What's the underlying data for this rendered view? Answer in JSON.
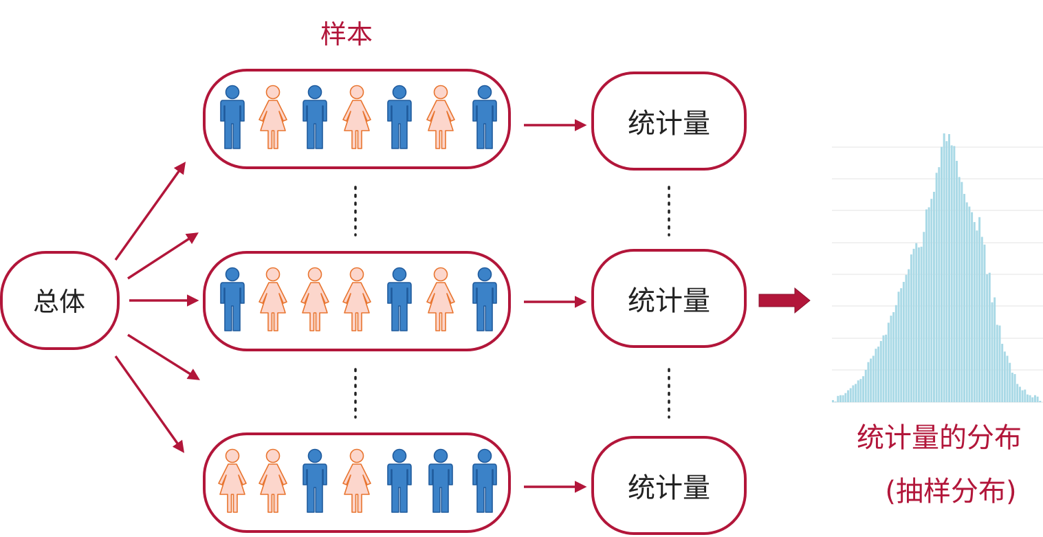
{
  "population_label": "总体",
  "sample_label": "样本",
  "statistic_label": "统计量",
  "distribution_label": "统计量的分布",
  "sampling_distribution_label": "(抽样分布)",
  "colors": {
    "accent": "#b2163a",
    "male": "#3b82c8",
    "male_stroke": "#1f5a9c",
    "female_fill": "#fcd6cc",
    "female_stroke": "#e8742e",
    "histogram": "#a9d9e6",
    "gridline": "#e3e3e3"
  },
  "samples": [
    [
      "male",
      "female",
      "male",
      "female",
      "male",
      "female",
      "male"
    ],
    [
      "male",
      "female",
      "female",
      "female",
      "male",
      "female",
      "male"
    ],
    [
      "female",
      "female",
      "male",
      "female",
      "male",
      "male",
      "male"
    ]
  ],
  "chart_data": {
    "type": "bar",
    "title": "",
    "xlabel": "",
    "ylabel": "",
    "grid": true,
    "values": [
      3,
      1,
      9,
      10,
      10,
      13,
      17,
      20,
      24,
      26,
      31,
      33,
      37,
      46,
      57,
      62,
      66,
      76,
      79,
      87,
      95,
      96,
      113,
      123,
      128,
      138,
      157,
      162,
      171,
      181,
      189,
      210,
      218,
      226,
      220,
      221,
      242,
      274,
      277,
      289,
      299,
      326,
      334,
      363,
      382,
      371,
      381,
      365,
      364,
      343,
      320,
      313,
      296,
      284,
      278,
      270,
      256,
      244,
      263,
      235,
      224,
      182,
      184,
      142,
      149,
      110,
      109,
      83,
      72,
      66,
      56,
      42,
      40,
      26,
      22,
      17,
      18,
      11,
      10,
      7,
      10,
      8,
      2
    ]
  }
}
